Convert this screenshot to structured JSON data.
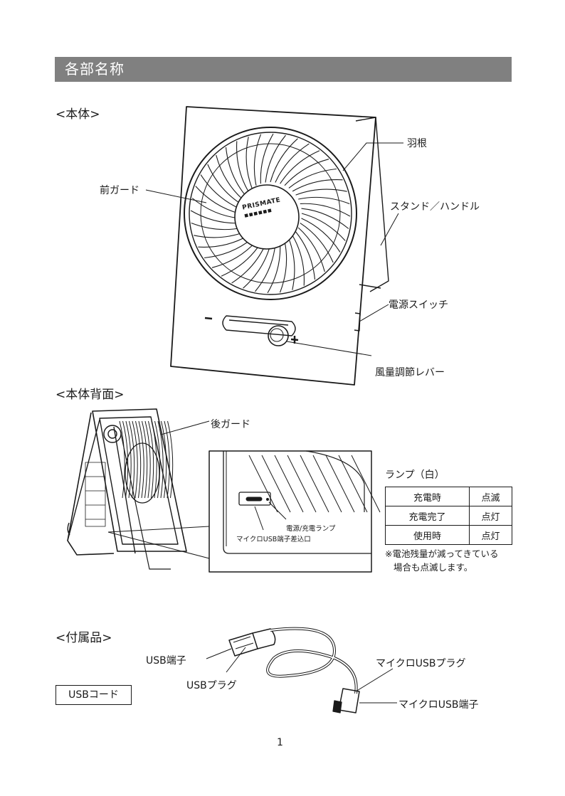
{
  "header": {
    "title": "各部名称"
  },
  "sections": {
    "body": "<本体>",
    "back": "<本体背面>",
    "accessories": "<付属品>"
  },
  "body_labels": {
    "blades": "羽根",
    "front_guard": "前ガード",
    "stand_handle": "スタンド／ハンドル",
    "power_switch": "電源スイッチ",
    "speed_lever": "風量調節レバー",
    "brand": "PRISMATE"
  },
  "back_labels": {
    "rear_guard": "後ガード",
    "lamp": "電源/充電ランプ",
    "micro_usb_port": "マイクロUSB端子差込口"
  },
  "lamp_table": {
    "title": "ランプ（白）",
    "rows": [
      {
        "state": "充電時",
        "status": "点滅"
      },
      {
        "state": "充電完了",
        "status": "点灯"
      },
      {
        "state": "使用時",
        "status": "点灯"
      }
    ],
    "note_line1": "※電池残量が減ってきている",
    "note_line2": "場合も点滅します。"
  },
  "accessory_labels": {
    "usb_terminal": "USB端子",
    "usb_plug": "USBプラグ",
    "micro_usb_plug": "マイクロUSBプラグ",
    "micro_usb_terminal": "マイクロUSB端子",
    "usb_cord": "USBコード"
  },
  "footer": {
    "page_number": "1"
  }
}
